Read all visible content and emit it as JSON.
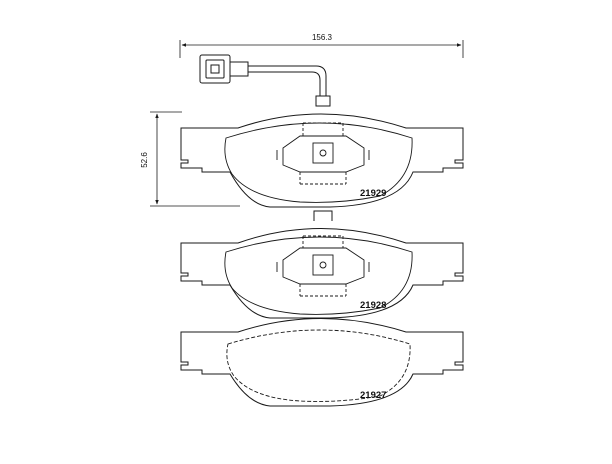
{
  "dimensions": {
    "width_label": "156.3",
    "height_label": "52.6"
  },
  "pads": [
    {
      "part_number": "21929",
      "has_wear_sensor": true,
      "has_shim": true
    },
    {
      "part_number": "21928",
      "has_wear_sensor": false,
      "has_shim": true
    },
    {
      "part_number": "21927",
      "has_wear_sensor": false,
      "has_shim": false
    }
  ],
  "colors": {
    "line": "#1a1a1a",
    "background": "#ffffff"
  }
}
